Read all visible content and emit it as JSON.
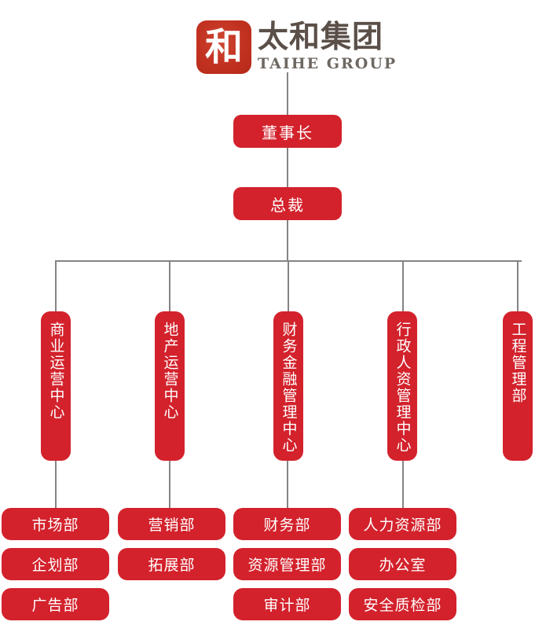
{
  "brand": {
    "seal_char": "和",
    "name_cn": "太和集团",
    "name_en": "TAIHE GROUP"
  },
  "colors": {
    "node_red": "#d3222c",
    "seal_red": "#c23120",
    "line_gray": "#848484",
    "brand_text": "#5b5049",
    "node_text": "#ffffff"
  },
  "org": {
    "chairman": "董事长",
    "president": "总裁",
    "centers": [
      {
        "label": "商业运营中心"
      },
      {
        "label": "地产运营中心"
      },
      {
        "label": "财务金融管理中心"
      },
      {
        "label": "行政人资管理中心"
      },
      {
        "label": "工程管理部"
      }
    ],
    "departments": [
      [
        "市场部",
        "企划部",
        "广告部"
      ],
      [
        "营销部",
        "拓展部"
      ],
      [
        "财务部",
        "资源管理部",
        "审计部"
      ],
      [
        "人力资源部",
        "办公室",
        "安全质检部"
      ]
    ]
  }
}
